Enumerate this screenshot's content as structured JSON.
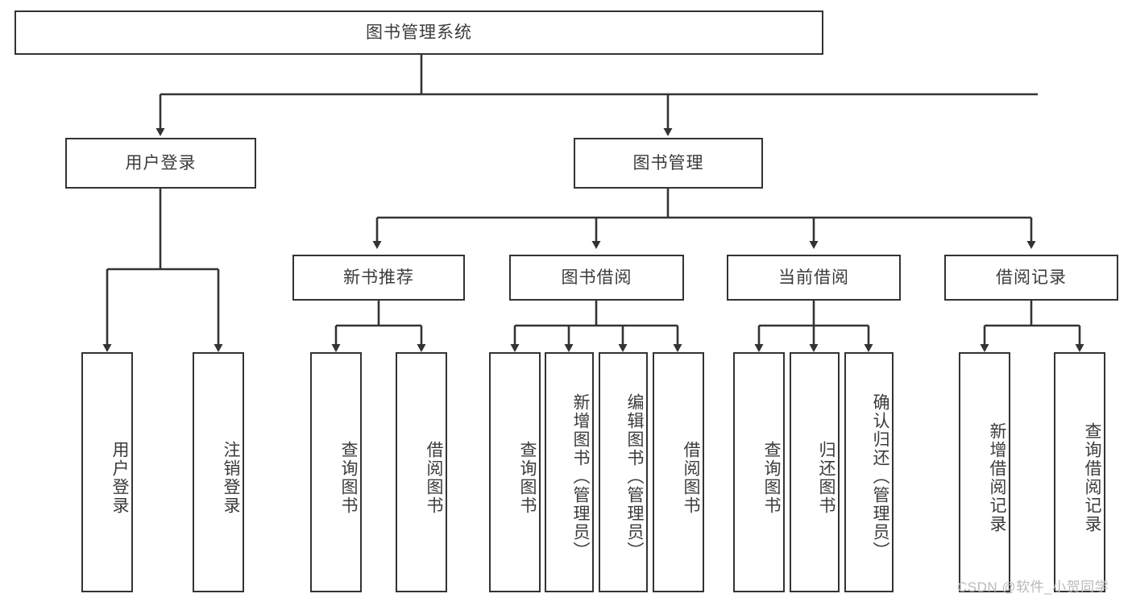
{
  "diagram": {
    "title": "图书管理系统",
    "type": "tree",
    "watermark": "CSDN @软件_小贺同学",
    "colors": {
      "box_border": "#333333",
      "box_fill": "#ffffff",
      "text": "#3b3b3b",
      "edge": "#333333",
      "watermark": "#b9b9b9",
      "background": "#ffffff"
    },
    "nodes": {
      "root": {
        "label": "图书管理系统"
      },
      "level2": [
        {
          "id": "user-login",
          "label": "用户登录"
        },
        {
          "id": "book-management",
          "label": "图书管理"
        }
      ],
      "level3": [
        {
          "id": "new-book-recommend",
          "label": "新书推荐"
        },
        {
          "id": "book-borrow",
          "label": "图书借阅"
        },
        {
          "id": "current-borrow",
          "label": "当前借阅"
        },
        {
          "id": "borrow-record",
          "label": "借阅记录"
        }
      ],
      "leaves": [
        {
          "id": "leaf-user-login",
          "label": "用户登录",
          "parent": "user-login"
        },
        {
          "id": "leaf-user-logout",
          "label": "注销登录",
          "parent": "user-login"
        },
        {
          "id": "leaf-query-book-1",
          "label": "查询图书",
          "parent": "new-book-recommend"
        },
        {
          "id": "leaf-borrow-book-1",
          "label": "借阅图书",
          "parent": "new-book-recommend"
        },
        {
          "id": "leaf-query-book-2",
          "label": "查询图书",
          "parent": "book-borrow"
        },
        {
          "id": "leaf-add-book",
          "label": "新增图书（管理员）",
          "parent": "book-borrow"
        },
        {
          "id": "leaf-edit-book",
          "label": "编辑图书（管理员）",
          "parent": "book-borrow"
        },
        {
          "id": "leaf-borrow-book-2",
          "label": "借阅图书",
          "parent": "book-borrow"
        },
        {
          "id": "leaf-query-book-3",
          "label": "查询图书",
          "parent": "current-borrow"
        },
        {
          "id": "leaf-return-book",
          "label": "归还图书",
          "parent": "current-borrow"
        },
        {
          "id": "leaf-confirm-return",
          "label": "确认归还（管理员）",
          "parent": "current-borrow"
        },
        {
          "id": "leaf-add-record",
          "label": "新增借阅记录",
          "parent": "borrow-record"
        },
        {
          "id": "leaf-query-record",
          "label": "查询借阅记录",
          "parent": "borrow-record"
        }
      ]
    }
  }
}
